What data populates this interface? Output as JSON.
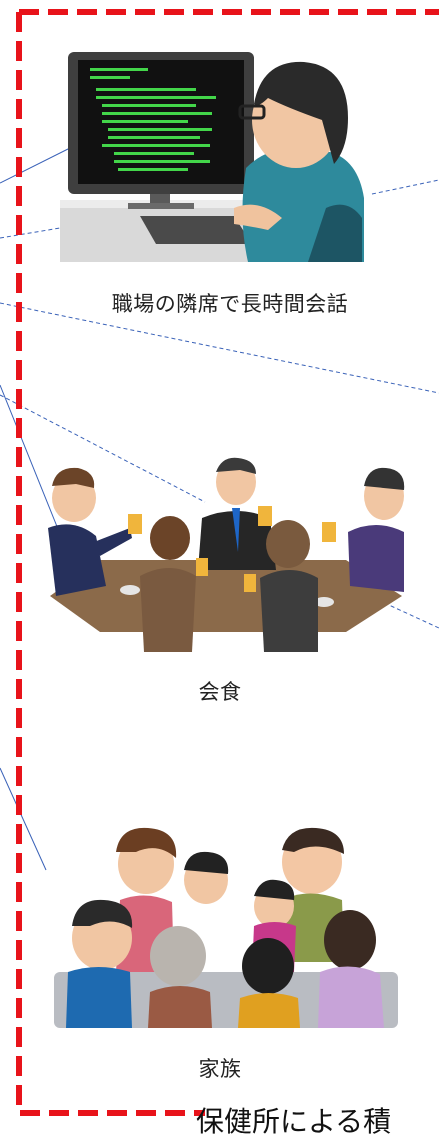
{
  "scenes": [
    {
      "caption": "職場の隣席で長時間会話",
      "icon": "office-worker-computer-icon"
    },
    {
      "caption": "会食",
      "icon": "group-dinner-toast-icon"
    },
    {
      "caption": "家族",
      "icon": "family-gathering-icon"
    }
  ],
  "bottom_caption": "保健所による積",
  "colors": {
    "frame": "#e8131a",
    "connector": "#3a62b8"
  }
}
